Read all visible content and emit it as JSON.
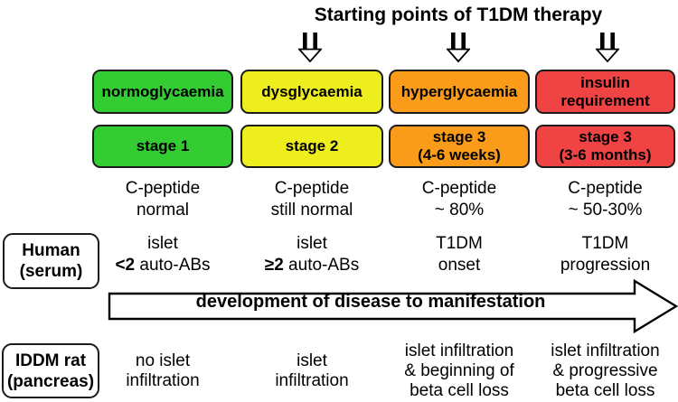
{
  "title": "Starting points of T1DM therapy",
  "palette": {
    "green": "#33cc33",
    "yellow": "#eeee1e",
    "orange": "#fa9c1a",
    "red": "#f04444",
    "outline": "#1c1c1c"
  },
  "icons": {
    "down_arrow": "double-shaft hollow-head down arrow"
  },
  "row_labels": {
    "human": {
      "line1": "Human",
      "line2": "(serum)"
    },
    "rat": {
      "line1": "IDDM rat",
      "line2": "(pancreas)"
    }
  },
  "dev_arrow": {
    "label": "development of disease to manifestation"
  },
  "columns": [
    {
      "glycaemia": "normoglycaemia",
      "stage_line1": "stage 1",
      "stage_line2": "",
      "cpep_line1": "C-peptide",
      "cpep_line2": "normal",
      "human_line1": "islet",
      "human_line2_bold": "<2",
      "human_line2_rest": " auto-ABs",
      "rat_line1": "no islet",
      "rat_line2": "infiltration",
      "rat_line3": ""
    },
    {
      "glycaemia": "dysglycaemia",
      "stage_line1": "stage 2",
      "stage_line2": "",
      "cpep_line1": "C-peptide",
      "cpep_line2": "still normal",
      "human_line1": "islet",
      "human_line2_bold": "≥2",
      "human_line2_rest": " auto-ABs",
      "rat_line1": "islet",
      "rat_line2": "infiltration",
      "rat_line3": ""
    },
    {
      "glycaemia": "hyperglycaemia",
      "stage_line1": "stage 3",
      "stage_line2": "(4-6 weeks)",
      "cpep_line1": "C-peptide",
      "cpep_line2": "~ 80%",
      "human_line1": "T1DM",
      "human_line2_bold": "",
      "human_line2_rest": "onset",
      "rat_line1": "islet infiltration",
      "rat_line2": "& beginning of",
      "rat_line3": "beta cell loss"
    },
    {
      "glycaemia": "insulin",
      "glycaemia_line2": "requirement",
      "stage_line1": "stage 3",
      "stage_line2": "(3-6 months)",
      "cpep_line1": "C-peptide",
      "cpep_line2": "~ 50-30%",
      "human_line1": "T1DM",
      "human_line2_bold": "",
      "human_line2_rest": "progression",
      "rat_line1": "islet infiltration",
      "rat_line2": "& progressive",
      "rat_line3": "beta cell loss"
    }
  ]
}
